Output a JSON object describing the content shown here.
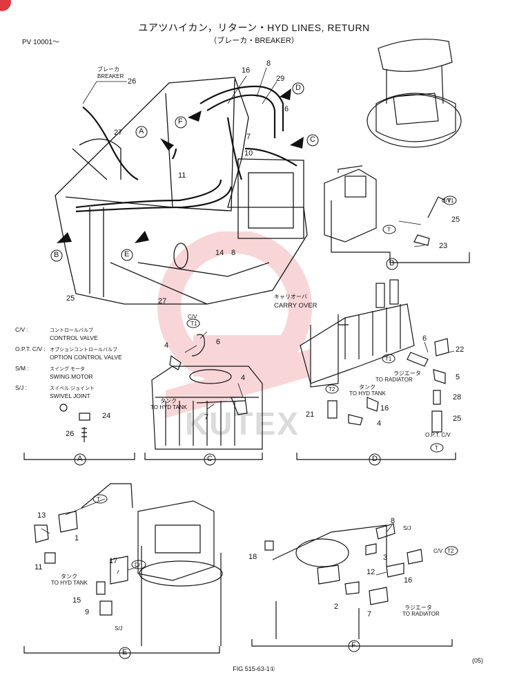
{
  "header": {
    "title": "ユアツハイカン，リターン・HYD LINES, RETURN",
    "subtitle": "（ブレーカ・BREAKER）",
    "serial": "PV 10001～"
  },
  "footer": {
    "figure_id": "FIG 515-63-1①",
    "page_code": "(05)"
  },
  "watermark": "KUTEX",
  "legend": [
    {
      "key": "C/V :",
      "jp": "コントロールバルブ",
      "en": "CONTROL VALVE"
    },
    {
      "key": "O.P.T. C/V :",
      "jp": "オプションコントロールバルブ",
      "en": "OPTION CONTROL VALVE"
    },
    {
      "key": "S/M :",
      "jp": "スイング モータ",
      "en": "SWING MOTOR"
    },
    {
      "key": "S/J :",
      "jp": "スイベル ジョイント",
      "en": "SWIVEL JOINT"
    }
  ],
  "main_view": {
    "breaker_jp": "ブレーカ",
    "breaker_en": "BREAKER",
    "callouts": [
      "26",
      "16",
      "8",
      "29",
      "6",
      "7",
      "10",
      "27",
      "11",
      "25",
      "14",
      "8",
      "27",
      "A",
      "F",
      "D",
      "C",
      "B",
      "E"
    ]
  },
  "detail_b": {
    "label": "B",
    "cv_text": "C/V",
    "cv_tag": "T1",
    "tag": "T",
    "parts": [
      "25",
      "23"
    ]
  },
  "detail_a": {
    "label": "A",
    "parts": [
      "24",
      "26"
    ]
  },
  "detail_c": {
    "label": "C",
    "cv_text": "C/V",
    "cv_tag": "T1",
    "tank_jp": "タンク",
    "tank_en": "TO HYD TANK",
    "parts": [
      "4",
      "6",
      "4",
      "7"
    ]
  },
  "detail_d": {
    "label": "D",
    "carry_over_jp": "キャリオーバ",
    "carry_over_en": "CARRY OVER",
    "radiator_jp": "ラジエータ",
    "radiator_en": "TO RADIATOR",
    "tank_jp": "タンク",
    "tank_en": "TO HYD TANK",
    "opt_cv": "O.P.T. C/V",
    "tags": [
      "T1",
      "T2",
      "T"
    ],
    "parts": [
      "6",
      "22",
      "5",
      "28",
      "25",
      "16",
      "21",
      "4"
    ]
  },
  "detail_e": {
    "label": "E",
    "tank_jp": "タンク",
    "tank_en": "TO HYD TANK",
    "sj": "S/J",
    "tags": [
      "T",
      "Dr"
    ],
    "parts": [
      "13",
      "1",
      "11",
      "17",
      "15",
      "9"
    ]
  },
  "detail_f": {
    "label": "F",
    "sj": "S/J",
    "cv_text": "C/V",
    "cv_tag": "T2",
    "radiator_jp": "ラジエータ",
    "radiator_en": "TO RADIATOR",
    "parts": [
      "8",
      "18",
      "3",
      "12",
      "16",
      "2",
      "7"
    ]
  }
}
